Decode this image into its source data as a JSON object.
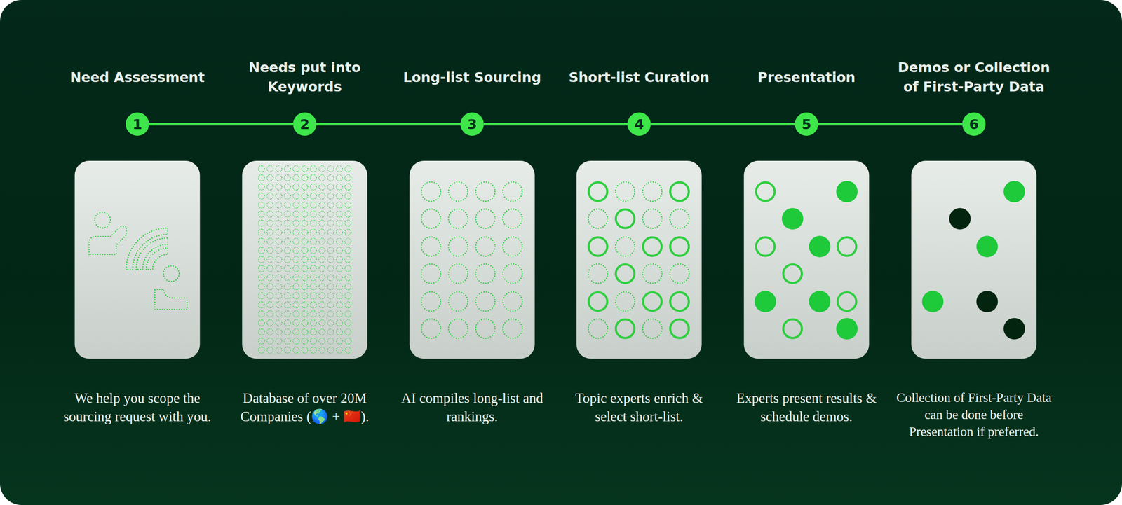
{
  "diagram": {
    "nodes": [
      {
        "text": [
          "Need Assessment",
          "1"
        ]
      },
      {
        "text": [
          "Needs put into Keywords",
          "2"
        ]
      },
      {
        "text": [
          "Long-list Sourcing",
          "3"
        ]
      },
      {
        "text": [
          "Short-list Curation",
          "4"
        ]
      },
      {
        "text": [
          "Presentation",
          "5"
        ]
      },
      {
        "text": [
          "Demos or Collection of First-Party Data",
          "6"
        ]
      }
    ],
    "edges": [
      {
        "from": 0,
        "to": 1,
        "arrow": "none"
      },
      {
        "from": 1,
        "to": 2,
        "arrow": "none"
      },
      {
        "from": 2,
        "to": 3,
        "arrow": "none"
      },
      {
        "from": 3,
        "to": 4,
        "arrow": "none"
      },
      {
        "from": 4,
        "to": 5,
        "arrow": "none"
      }
    ],
    "labels": [
      "We help you scope the sourcing request with you.",
      "Database of over 20M Companies (🌎 + 🇨🇳).",
      "AI compiles long-list and rankings.",
      "Topic experts enrich & select short-list.",
      "Experts present results & schedule demos.",
      "Collection of First-Party Data can be done before Presentation if preferred."
    ]
  }
}
